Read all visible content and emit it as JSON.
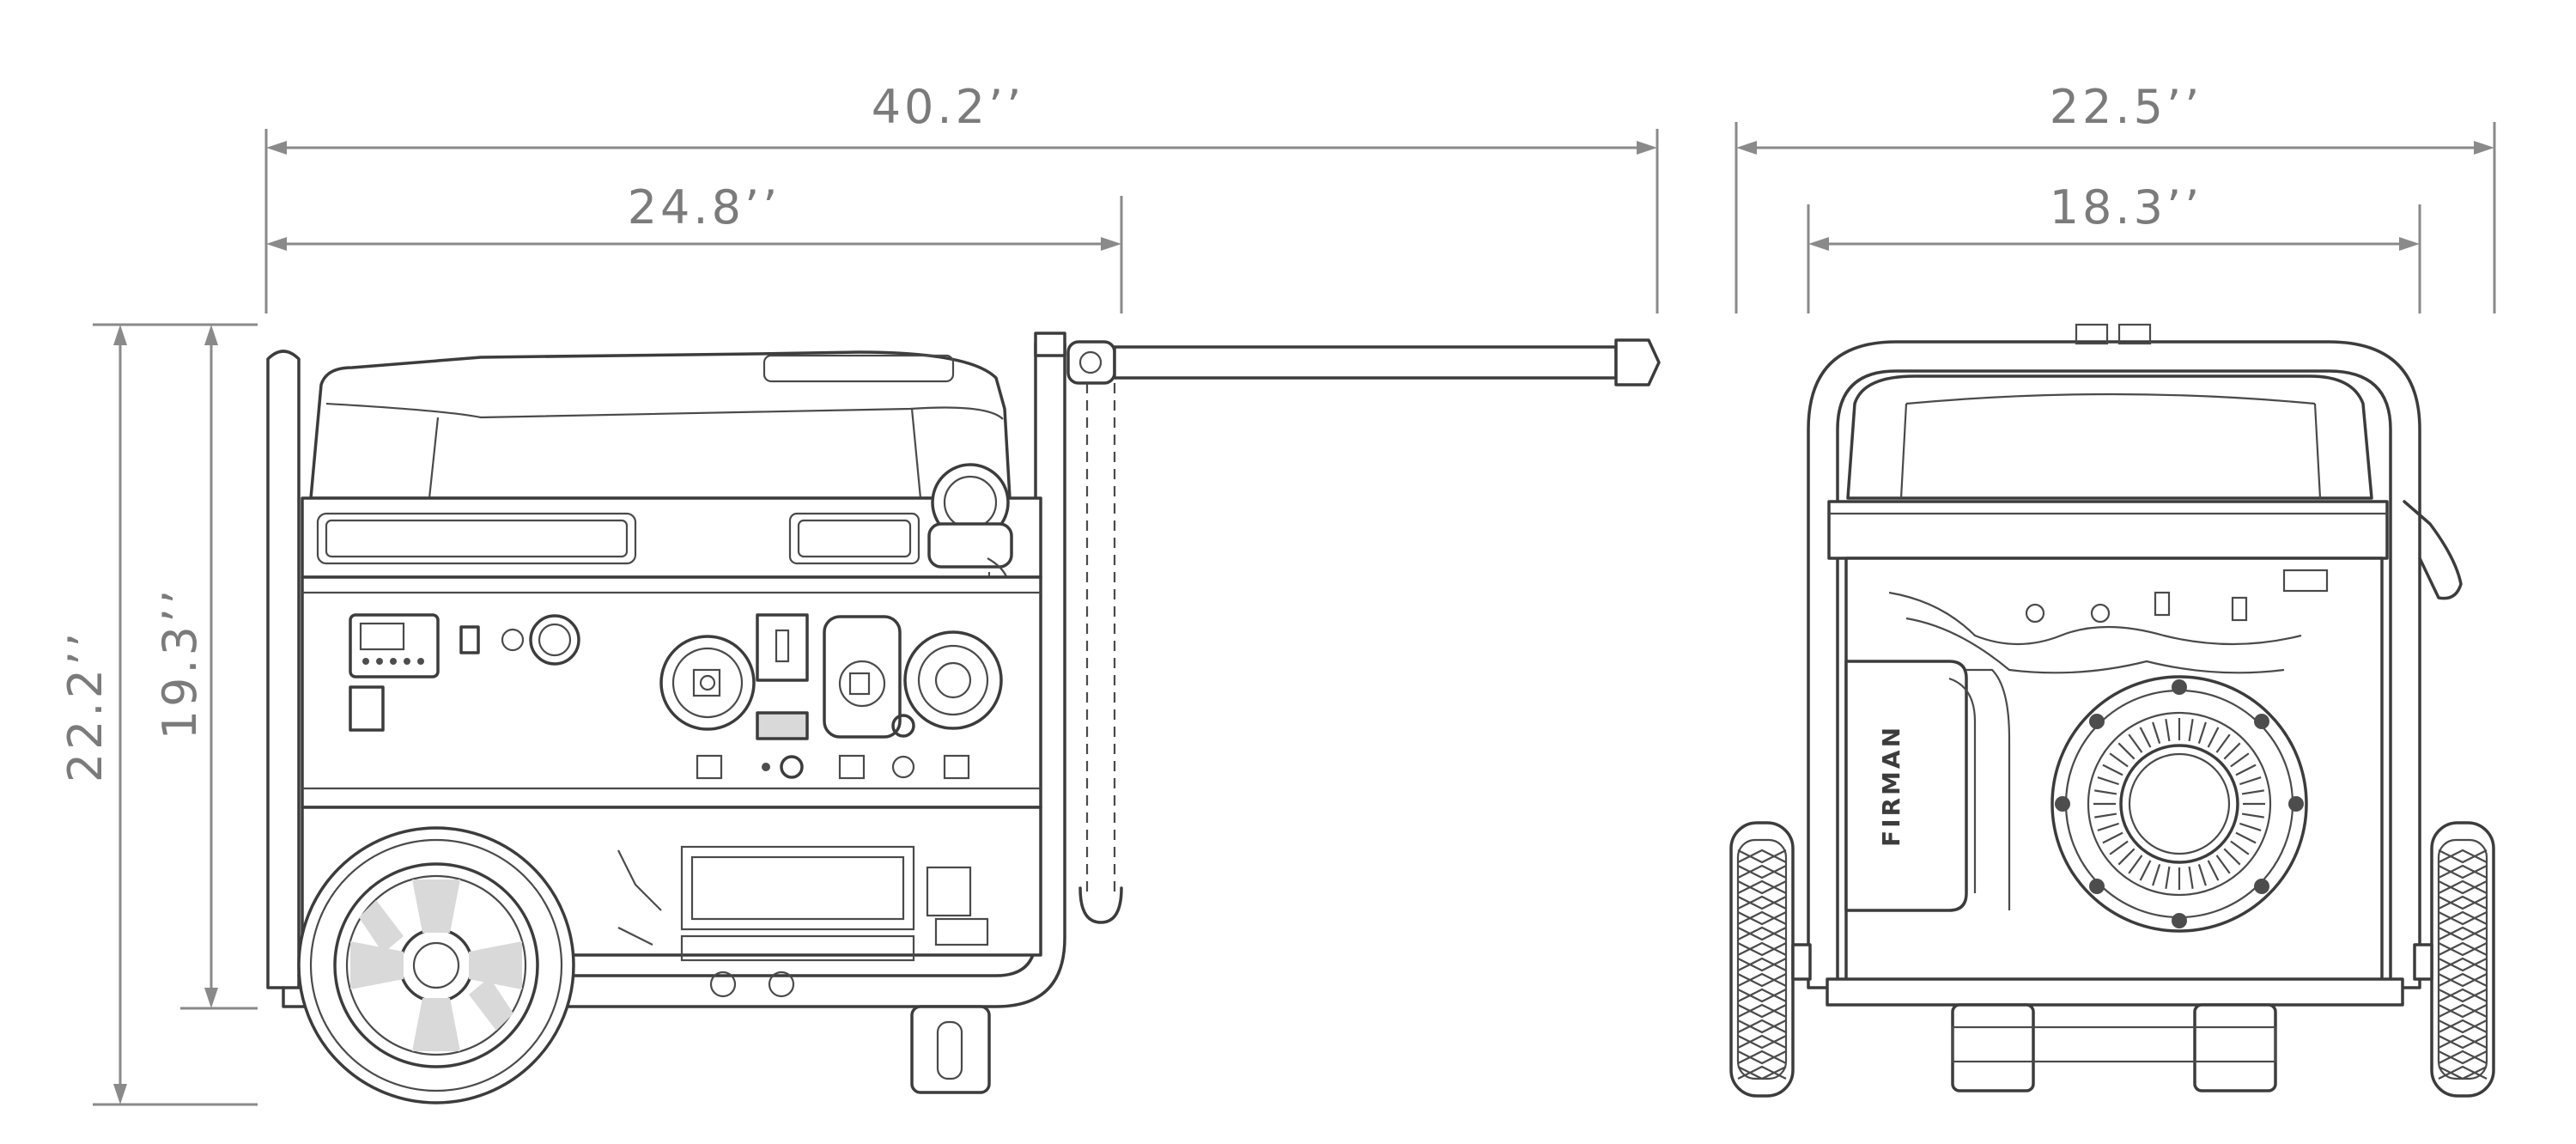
{
  "dimensions": {
    "side_total_length": "40.2’’",
    "side_body_length": "24.8’’",
    "side_total_height": "22.2’’",
    "side_frame_height": "19.3’’",
    "front_total_width": "22.5’’",
    "front_frame_width": "18.3’’"
  },
  "brand_label": "FIRMAN",
  "colors": {
    "dimension_lines": "#8a8a8a",
    "dimension_text": "#7b7b7b",
    "line_art": "#3c3c3c",
    "background": "#ffffff"
  }
}
